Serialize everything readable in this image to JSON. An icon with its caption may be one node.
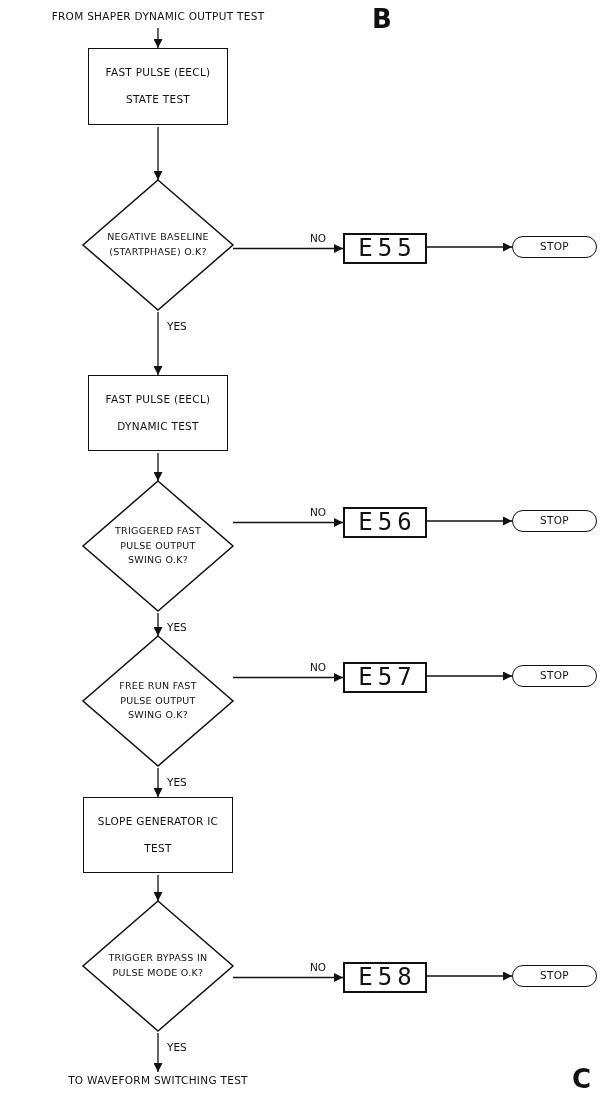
{
  "diagram": {
    "nodes": [
      {
        "text": [
          "FROM SHAPER DYNAMIC OUTPUT TEST"
        ]
      },
      {
        "text": [
          "FAST PULSE (EECL)",
          "STATE TEST"
        ]
      },
      {
        "text": [
          "NEGATIVE BASELINE (STARTPHASE) O.K?"
        ]
      },
      {
        "text": [
          "E55"
        ]
      },
      {
        "text": [
          "STOP"
        ]
      },
      {
        "text": [
          "FAST PULSE (EECL)",
          "DYNAMIC TEST"
        ]
      },
      {
        "text": [
          "TRIGGERED FAST PULSE OUTPUT SWING O.K?"
        ]
      },
      {
        "text": [
          "E56"
        ]
      },
      {
        "text": [
          "STOP"
        ]
      },
      {
        "text": [
          "FREE RUN FAST PULSE OUTPUT SWING O.K?"
        ]
      },
      {
        "text": [
          "E57"
        ]
      },
      {
        "text": [
          "STOP"
        ]
      },
      {
        "text": [
          "SLOPE GENERATOR IC",
          "TEST"
        ]
      },
      {
        "text": [
          "TRIGGER BYPASS IN PULSE MODE O.K?"
        ]
      },
      {
        "text": [
          "E58"
        ]
      },
      {
        "text": [
          "STOP"
        ]
      },
      {
        "text": [
          "TO WAVEFORM SWITCHING TEST"
        ]
      }
    ],
    "edges": [
      {
        "from": 0,
        "to": 1,
        "arrow": "to"
      },
      {
        "from": 1,
        "to": 2,
        "arrow": "to"
      },
      {
        "from": 2,
        "to": 3,
        "arrow": "to",
        "label": "NO"
      },
      {
        "from": 3,
        "to": 4,
        "arrow": "to"
      },
      {
        "from": 2,
        "to": 5,
        "arrow": "to",
        "label": "YES"
      },
      {
        "from": 5,
        "to": 6,
        "arrow": "to"
      },
      {
        "from": 6,
        "to": 7,
        "arrow": "to",
        "label": "NO"
      },
      {
        "from": 7,
        "to": 8,
        "arrow": "to"
      },
      {
        "from": 6,
        "to": 9,
        "arrow": "to",
        "label": "YES"
      },
      {
        "from": 9,
        "to": 10,
        "arrow": "to",
        "label": "NO"
      },
      {
        "from": 10,
        "to": 11,
        "arrow": "to"
      },
      {
        "from": 9,
        "to": 12,
        "arrow": "to",
        "label": "YES"
      },
      {
        "from": 12,
        "to": 13,
        "arrow": "to"
      },
      {
        "from": 13,
        "to": 14,
        "arrow": "to",
        "label": "NO"
      },
      {
        "from": 14,
        "to": 15,
        "arrow": "to"
      },
      {
        "from": 13,
        "to": 16,
        "arrow": "to",
        "label": "YES"
      }
    ],
    "labels": [
      "B",
      "C"
    ]
  }
}
